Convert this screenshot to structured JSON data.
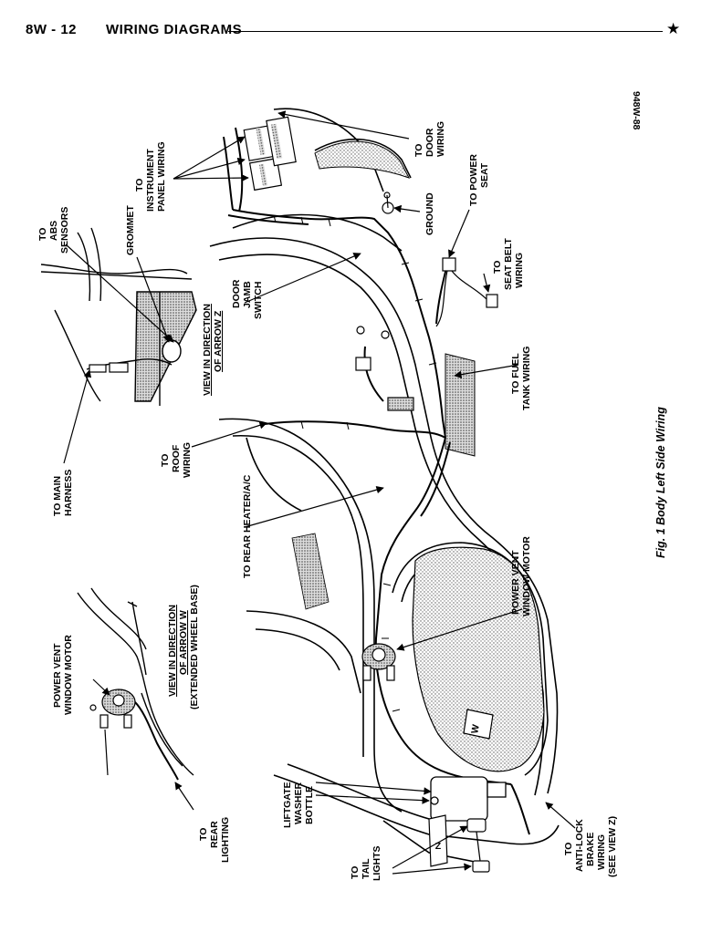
{
  "header": {
    "page_number": "8W - 12",
    "title": "WIRING DIAGRAMS",
    "star": "★"
  },
  "figure_id": "948W-88",
  "caption": "Fig. 1 Body Left Side Wiring",
  "labels": {
    "door_wiring": [
      "TO",
      "DOOR",
      "WIRING"
    ],
    "instrument_panel": [
      "TO",
      "INSTRUMENT",
      "PANEL WIRING"
    ],
    "ground": [
      "GROUND"
    ],
    "power_seat": [
      "TO POWER",
      "SEAT"
    ],
    "seat_belt": [
      "TO",
      "SEAT BELT",
      "WIRING"
    ],
    "abs_sensors": [
      "TO",
      "ABS",
      "SENSORS"
    ],
    "grommet": [
      "GROMMET"
    ],
    "view_z": [
      "VIEW IN DIRECTION",
      "OF ARROW Z"
    ],
    "door_jamb": [
      "DOOR",
      "JAMB",
      "SWITCH"
    ],
    "fuel_tank": [
      "TO FUEL",
      "TANK WIRING"
    ],
    "main_harness": [
      "TO MAIN",
      "HARNESS"
    ],
    "roof_wiring": [
      "TO",
      "ROOF",
      "WIRING"
    ],
    "rear_heater": [
      "TO REAR HEATER/A/C"
    ],
    "power_vent_right": [
      "POWER VENT",
      "WINDOW MOTOR"
    ],
    "power_vent_left": [
      "POWER VENT",
      "WINDOW MOTOR"
    ],
    "view_w": [
      "VIEW IN DIRECTION",
      "OF ARROW W",
      "(EXTENDED WHEEL BASE)"
    ],
    "rear_lighting": [
      "TO",
      "REAR",
      "LIGHTING"
    ],
    "liftgate": [
      "LIFTGATE",
      "WASHER",
      "BOTTLE"
    ],
    "tail_lights": [
      "TO",
      "TAIL",
      "LIGHTS"
    ],
    "anti_lock": [
      "TO",
      "ANTI-LOCK",
      "BRAKE",
      "WIRING",
      "(SEE VIEW Z)"
    ],
    "arrow_z": "Z",
    "arrow_w": "W"
  }
}
